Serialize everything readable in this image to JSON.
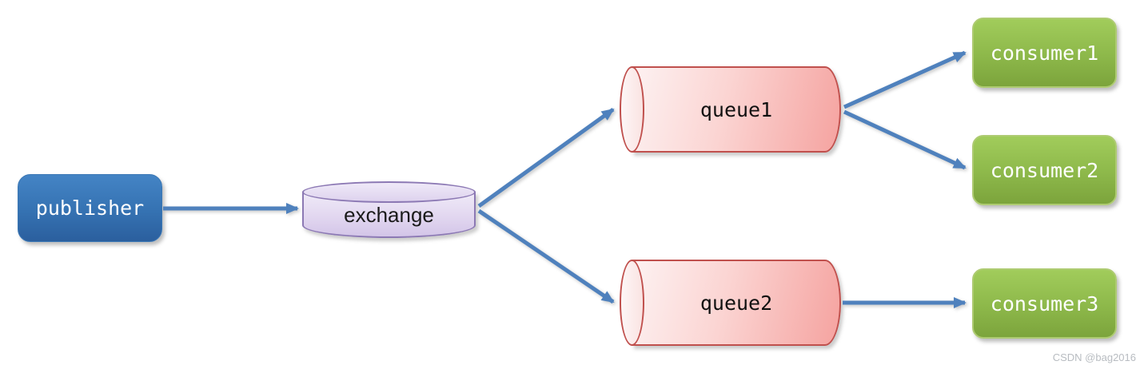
{
  "nodes": {
    "publisher": {
      "label": "publisher",
      "shape": "rounded-rectangle",
      "fill": "#3572B2",
      "text_color": "#FFFFFF"
    },
    "exchange": {
      "label": "exchange",
      "shape": "cylinder-vertical",
      "fill": "#E2D7F0",
      "border": "#8C79B4",
      "text_color": "#1A1A1A"
    },
    "queue1": {
      "label": "queue1",
      "shape": "cylinder-horizontal",
      "fill": "#F7B5B2",
      "border": "#C0504D",
      "text_color": "#111111"
    },
    "queue2": {
      "label": "queue2",
      "shape": "cylinder-horizontal",
      "fill": "#F7B5B2",
      "border": "#C0504D",
      "text_color": "#111111"
    },
    "consumer1": {
      "label": "consumer1",
      "shape": "rounded-rectangle",
      "fill": "#8DB84A",
      "border": "#AECB72",
      "text_color": "#FFFFFF"
    },
    "consumer2": {
      "label": "consumer2",
      "shape": "rounded-rectangle",
      "fill": "#8DB84A",
      "border": "#AECB72",
      "text_color": "#FFFFFF"
    },
    "consumer3": {
      "label": "consumer3",
      "shape": "rounded-rectangle",
      "fill": "#8DB84A",
      "border": "#AECB72",
      "text_color": "#FFFFFF"
    }
  },
  "edges": [
    {
      "from": "publisher",
      "to": "exchange"
    },
    {
      "from": "exchange",
      "to": "queue1"
    },
    {
      "from": "exchange",
      "to": "queue2"
    },
    {
      "from": "queue1",
      "to": "consumer1"
    },
    {
      "from": "queue1",
      "to": "consumer2"
    },
    {
      "from": "queue2",
      "to": "consumer3"
    }
  ],
  "arrow_color": "#4F81BD",
  "watermark": "CSDN @bag2016"
}
